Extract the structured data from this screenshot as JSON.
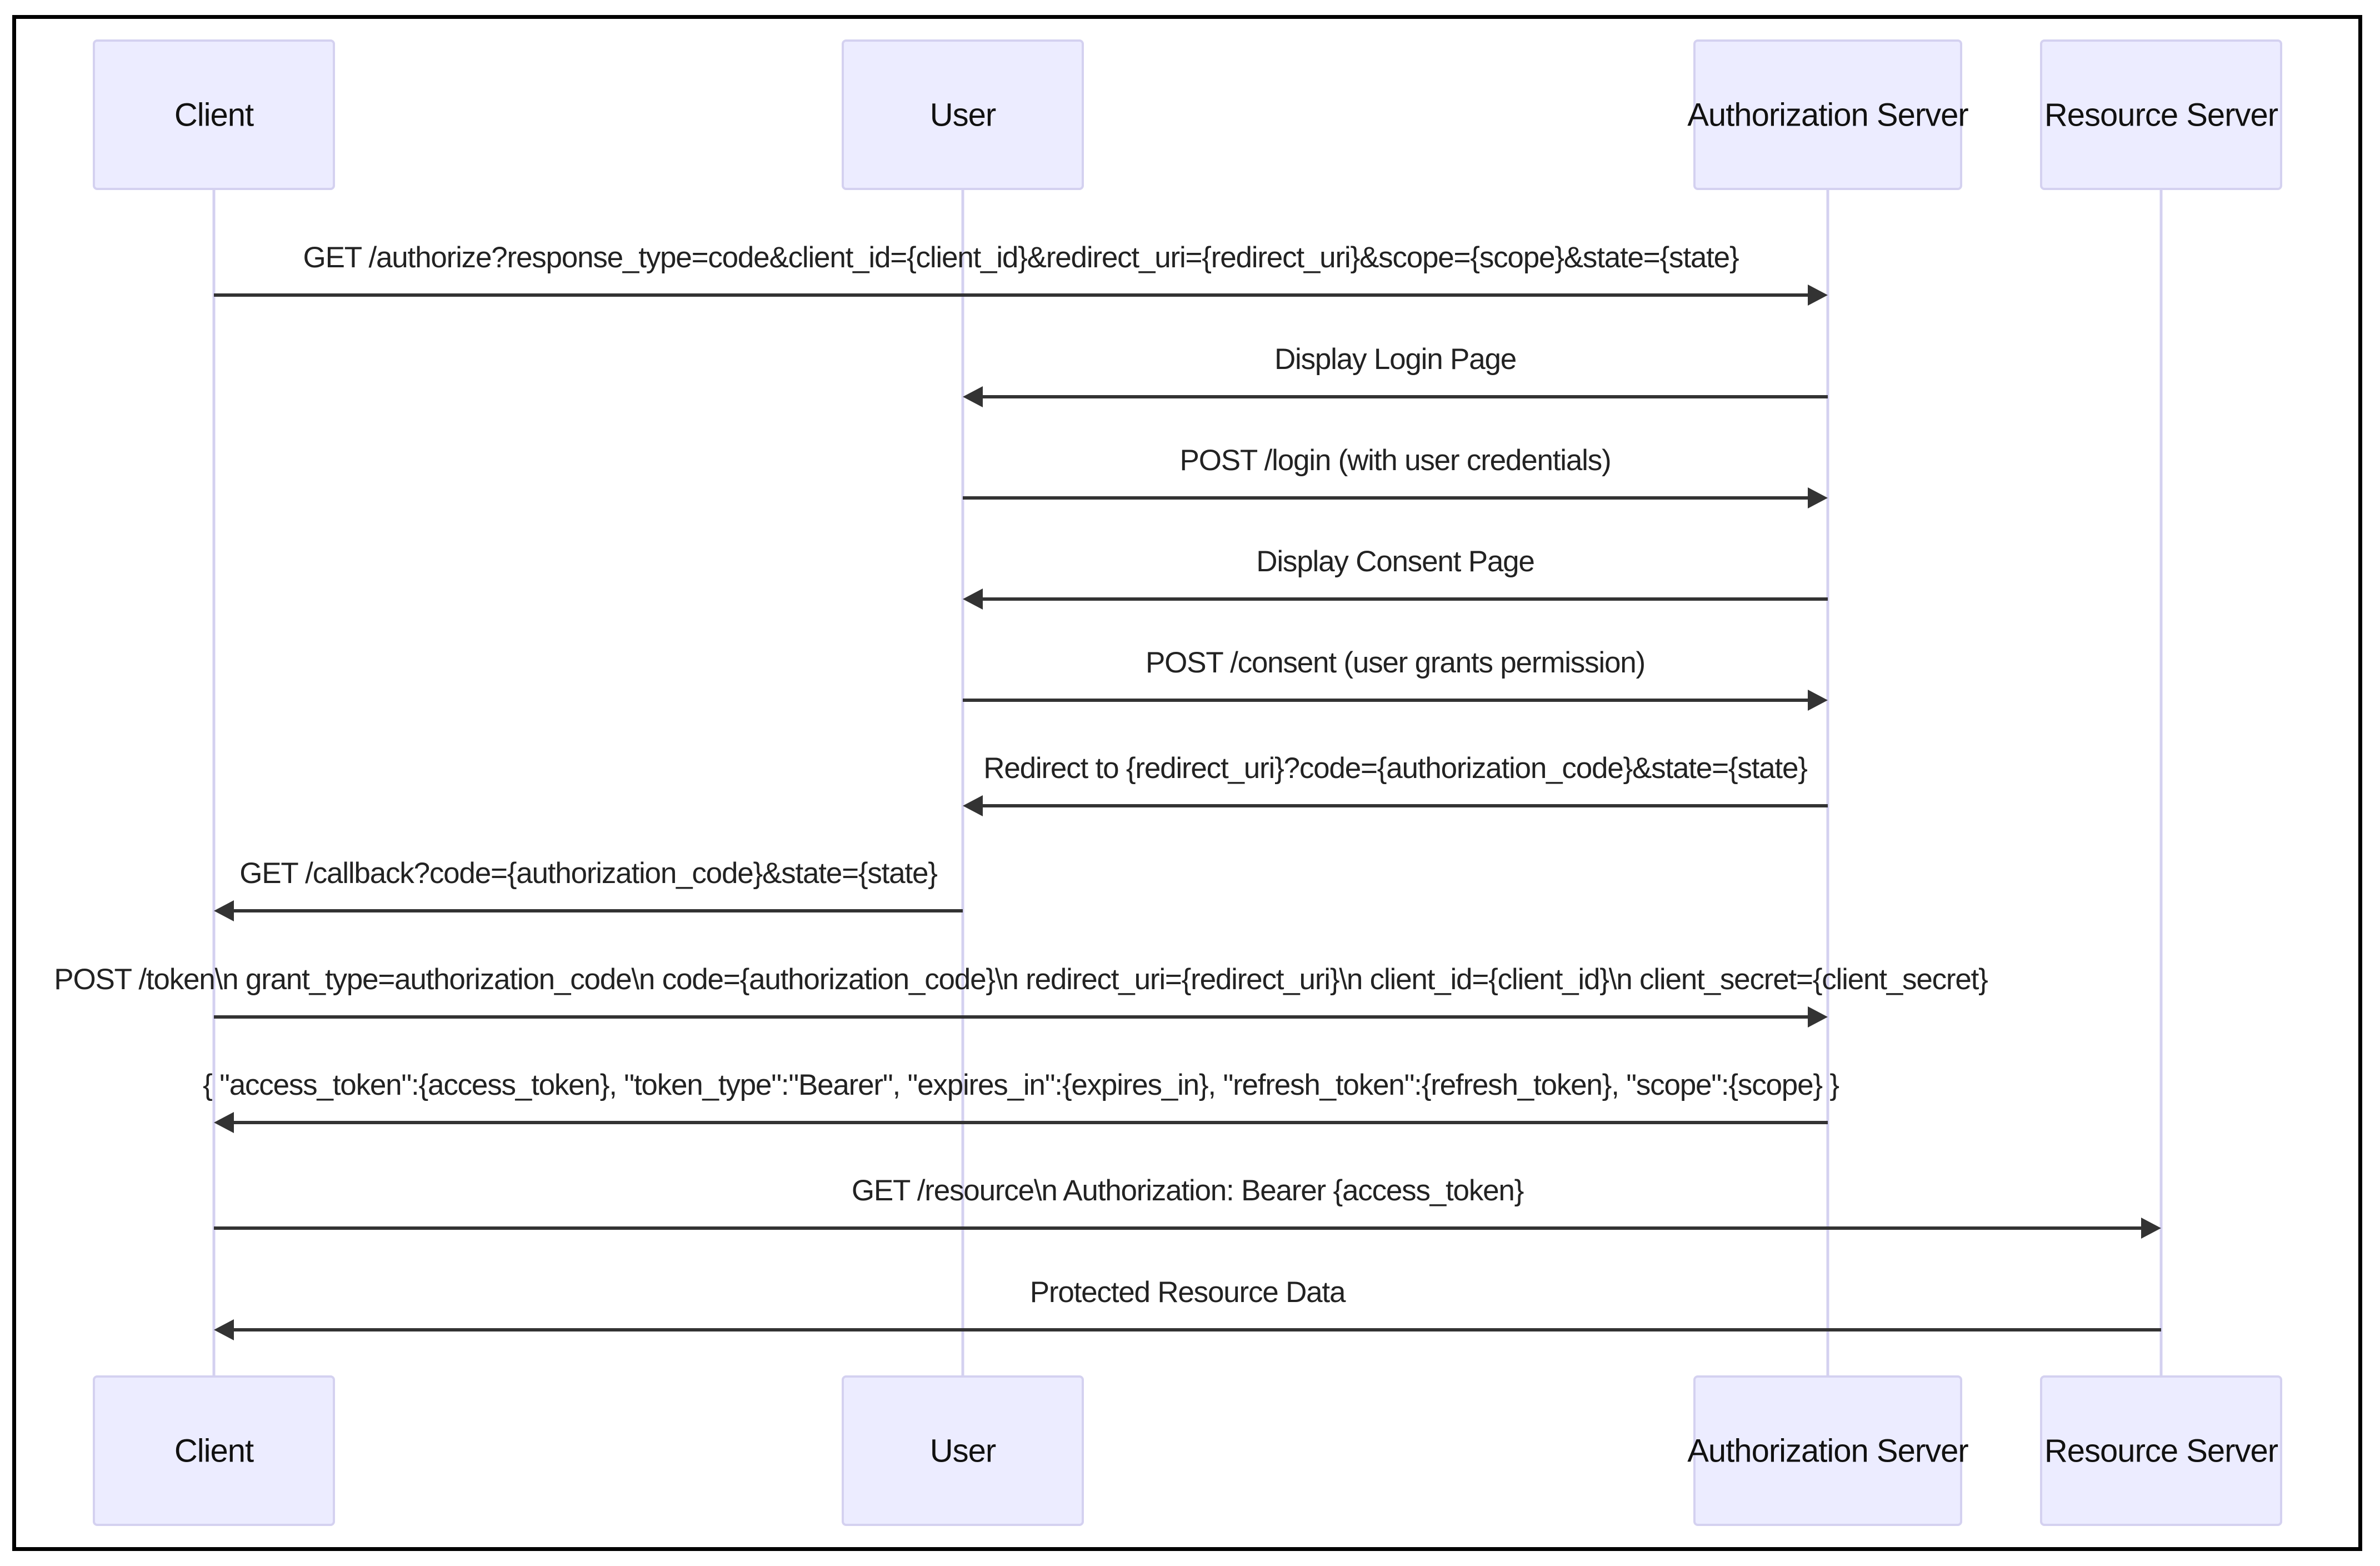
{
  "participants": [
    {
      "id": "client",
      "label": "Client"
    },
    {
      "id": "user",
      "label": "User"
    },
    {
      "id": "auth",
      "label": "Authorization Server"
    },
    {
      "id": "resource",
      "label": "Resource Server"
    }
  ],
  "messages": [
    {
      "from": "client",
      "to": "auth",
      "text": "GET /authorize?response_type=code&client_id={client_id}&redirect_uri={redirect_uri}&scope={scope}&state={state}"
    },
    {
      "from": "auth",
      "to": "user",
      "text": "Display Login Page"
    },
    {
      "from": "user",
      "to": "auth",
      "text": "POST /login (with user credentials)"
    },
    {
      "from": "auth",
      "to": "user",
      "text": "Display Consent Page"
    },
    {
      "from": "user",
      "to": "auth",
      "text": "POST /consent (user grants permission)"
    },
    {
      "from": "auth",
      "to": "user",
      "text": "Redirect to {redirect_uri}?code={authorization_code}&state={state}"
    },
    {
      "from": "user",
      "to": "client",
      "text": "GET /callback?code={authorization_code}&state={state}"
    },
    {
      "from": "client",
      "to": "auth",
      "text": "POST /token\\n grant_type=authorization_code\\n code={authorization_code}\\n redirect_uri={redirect_uri}\\n client_id={client_id}\\n client_secret={client_secret}"
    },
    {
      "from": "auth",
      "to": "client",
      "text": "{ \"access_token\":{access_token}, \"token_type\":\"Bearer\", \"expires_in\":{expires_in}, \"refresh_token\":{refresh_token}, \"scope\":{scope} }"
    },
    {
      "from": "client",
      "to": "resource",
      "text": "GET /resource\\n Authorization: Bearer {access_token}"
    },
    {
      "from": "resource",
      "to": "client",
      "text": "Protected Resource Data"
    }
  ],
  "colors": {
    "actor_fill": "#ececff",
    "actor_border": "#d4d1f0",
    "lifeline": "#d4d1f0",
    "message_line": "#333333",
    "frame_border": "#000000"
  }
}
